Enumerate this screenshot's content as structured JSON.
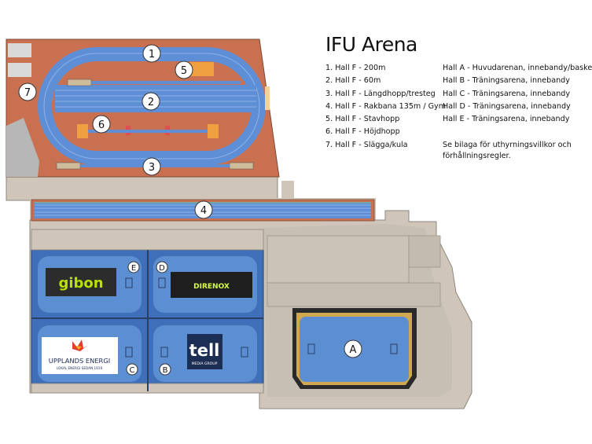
{
  "title": "IFU Arena",
  "legend_left": [
    "1. Hall F - 200m",
    "2. Hall F - 60m",
    "3. Hall F - Längdhopp/tresteg",
    "4. Hall F - Rakbana 135m / Gym",
    "5. Hall F - Stavhopp",
    "6. Hall F - Höjdhopp",
    "7. Hall F - Slägga/kula"
  ],
  "legend_right": [
    "Hall A - Huvudarenan, innebandy/basket",
    "Hall B - Träningsarena, innebandy",
    "Hall C - Träningsarena, innebandy",
    "Hall D - Träningsarena, innebandy",
    "Hall E - Träningsarena, innebandy"
  ],
  "note": "Se bilaga för uthyrningsvillkor och förhållningsregler.",
  "markers": {
    "m1": "1",
    "m2": "2",
    "m3": "3",
    "m4": "4",
    "m5": "5",
    "m6": "6",
    "m7": "7",
    "hA": "A",
    "hB": "B",
    "hC": "C",
    "hD": "D",
    "hE": "E"
  },
  "sponsors": {
    "gibon": "gibon",
    "upplands": "UPPLANDS ENERGI",
    "upplands_sub": "LOKAL ENERGI SEDAN 1919",
    "tell": "tell",
    "tell_sub": "MEDIA GROUP",
    "direnox": "DIRENOX"
  },
  "colors": {
    "track_floor": "#c8704f",
    "track_lane": "#5e8fd6",
    "court": "#5b8fd1",
    "court_dark": "#3f6fb8",
    "building": "#cfc6b9",
    "ground_grey": "#b7b7b7"
  }
}
